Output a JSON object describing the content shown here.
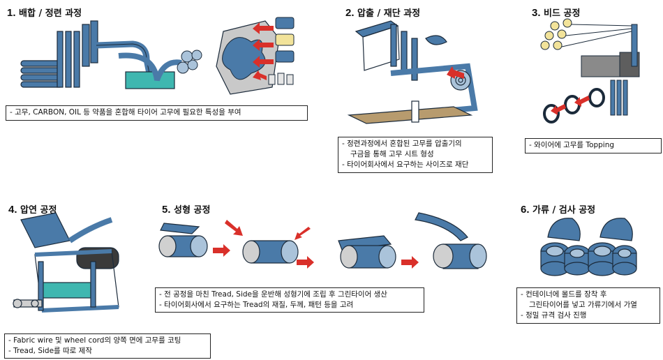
{
  "steps": [
    {
      "num": "1.",
      "title": "배합 / 정련  과정",
      "desc": [
        "- 고무, CARBON, OIL 등 약품을 혼합해 타이어 고무에 필요한 특성을 부여"
      ]
    },
    {
      "num": "2.",
      "title": "압출 / 재단  과정",
      "desc": [
        "- 정련과정에서 혼합된 고무를 압출기의",
        "구금을 통해 고무 시트 형성",
        "- 타이어회사에서 요구하는 사이즈로 재단"
      ]
    },
    {
      "num": "3.",
      "title": "비드 공정",
      "desc": [
        "- 와이어에 고무를 Topping"
      ]
    },
    {
      "num": "4.",
      "title": "압연 공정",
      "desc": [
        "- Fabric wire 및 wheel cord의 양쪽 면에 고무를 코팅",
        "- Tread, Side를 따로 제작"
      ]
    },
    {
      "num": "5.",
      "title": "성형 공정",
      "desc": [
        "- 전 공정을 마친 Tread, Side을 운반해 성형기에 조립 후 그린타이어 생산",
        "- 타이어회사에서 요구하는 Tread의 재질, 두께, 패턴 등을 고려"
      ]
    },
    {
      "num": "6.",
      "title": "가류 / 검사 공정",
      "desc": [
        "- 컨테이너에 몰드를 장착 후",
        "그린타이어를 넣고 가류기에서 가열",
        "- 정밀 규격 검사 진행"
      ]
    }
  ],
  "colors": {
    "machine": "#4a7aa8",
    "machine_dark": "#2c4d6e",
    "arrow": "#d9302a",
    "outline": "#1b2a3a"
  }
}
